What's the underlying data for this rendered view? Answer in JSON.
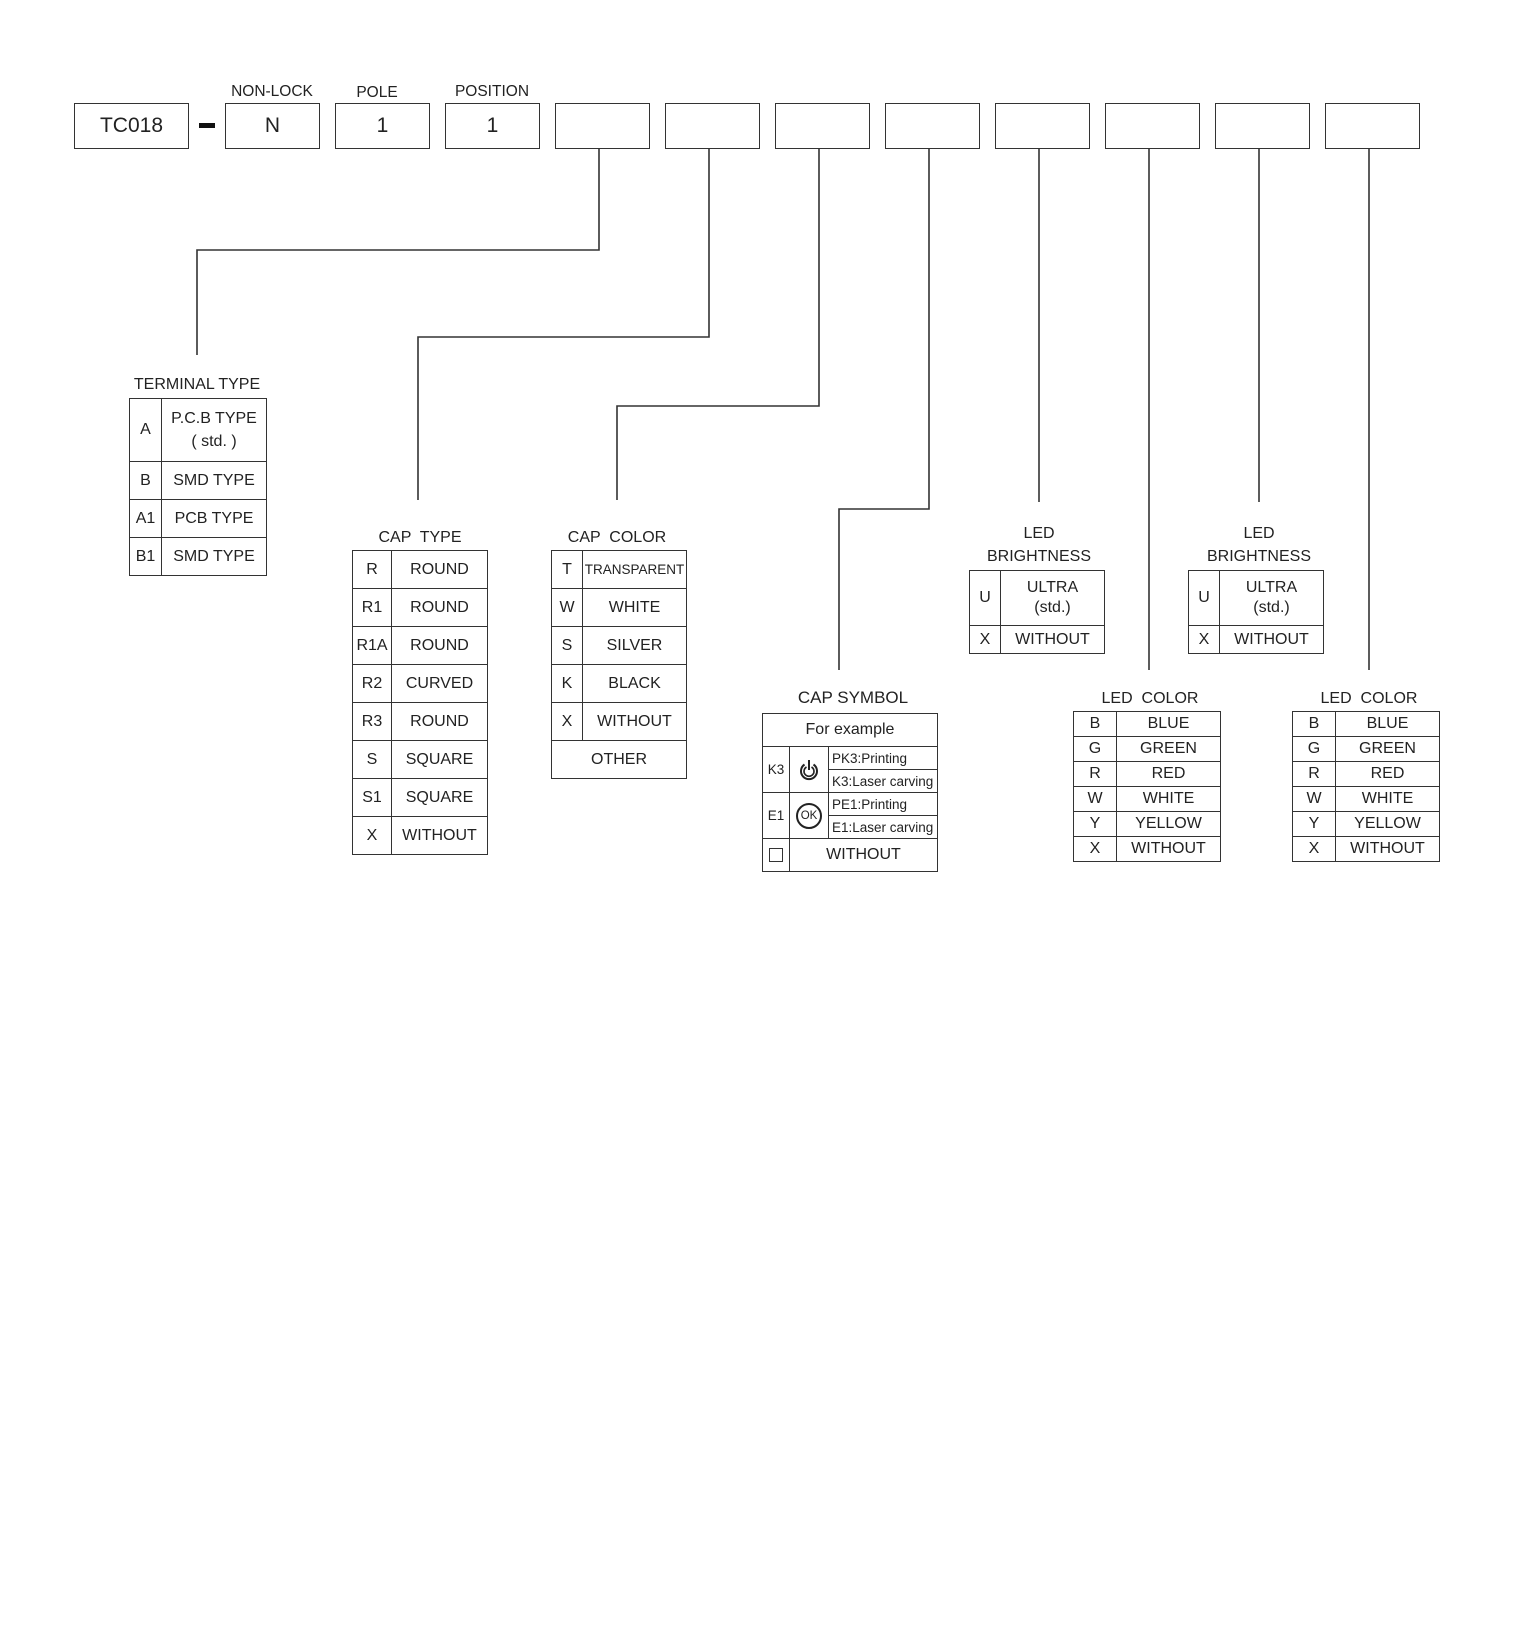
{
  "header": {
    "prefix": "TC018",
    "dash": "-",
    "fields": [
      {
        "label": "NON-LOCK",
        "value": "N"
      },
      {
        "label": "POLE",
        "value": "1"
      },
      {
        "label": "POSITION",
        "value": "1"
      }
    ]
  },
  "terminal_type": {
    "title": "TERMINAL TYPE",
    "rows": [
      {
        "code": "A",
        "desc": "P.C.B TYPE",
        "note": "( std. )"
      },
      {
        "code": "B",
        "desc": "SMD TYPE"
      },
      {
        "code": "A1",
        "desc": "PCB TYPE"
      },
      {
        "code": "B1",
        "desc": "SMD TYPE"
      }
    ]
  },
  "cap_type": {
    "title": "CAP  TYPE",
    "rows": [
      {
        "code": "R",
        "desc": "ROUND"
      },
      {
        "code": "R1",
        "desc": "ROUND"
      },
      {
        "code": "R1A",
        "desc": "ROUND"
      },
      {
        "code": "R2",
        "desc": "CURVED"
      },
      {
        "code": "R3",
        "desc": "ROUND"
      },
      {
        "code": "S",
        "desc": "SQUARE"
      },
      {
        "code": "S1",
        "desc": "SQUARE"
      },
      {
        "code": "X",
        "desc": "WITHOUT"
      }
    ]
  },
  "cap_color": {
    "title": "CAP  COLOR",
    "rows": [
      {
        "code": "T",
        "desc": "TRANSPARENT"
      },
      {
        "code": "W",
        "desc": "WHITE"
      },
      {
        "code": "S",
        "desc": "SILVER"
      },
      {
        "code": "K",
        "desc": "BLACK"
      },
      {
        "code": "X",
        "desc": "WITHOUT"
      }
    ],
    "other": "OTHER"
  },
  "cap_symbol": {
    "title": "CAP SYMBOL",
    "example": "For example",
    "rows": [
      {
        "code": "K3",
        "icon": "power-icon",
        "print": "PK3:Printing",
        "laser": "K3:Laser carving"
      },
      {
        "code": "E1",
        "icon": "ok-icon",
        "icon_text": "OK",
        "print": "PE1:Printing",
        "laser": "E1:Laser carving"
      }
    ],
    "without": "WITHOUT"
  },
  "led_brightness_1": {
    "title_line1": "LED",
    "title_line2": "BRIGHTNESS",
    "rows": [
      {
        "code": "U",
        "desc": "ULTRA",
        "note": "(std.)"
      },
      {
        "code": "X",
        "desc": "WITHOUT"
      }
    ]
  },
  "led_brightness_2": {
    "title_line1": "LED",
    "title_line2": "BRIGHTNESS",
    "rows": [
      {
        "code": "U",
        "desc": "ULTRA",
        "note": "(std.)"
      },
      {
        "code": "X",
        "desc": "WITHOUT"
      }
    ]
  },
  "led_color_1": {
    "title": "LED  COLOR",
    "rows": [
      {
        "code": "B",
        "desc": "BLUE"
      },
      {
        "code": "G",
        "desc": "GREEN"
      },
      {
        "code": "R",
        "desc": "RED"
      },
      {
        "code": "W",
        "desc": "WHITE"
      },
      {
        "code": "Y",
        "desc": "YELLOW"
      },
      {
        "code": "X",
        "desc": "WITHOUT"
      }
    ]
  },
  "led_color_2": {
    "title": "LED  COLOR",
    "rows": [
      {
        "code": "B",
        "desc": "BLUE"
      },
      {
        "code": "G",
        "desc": "GREEN"
      },
      {
        "code": "R",
        "desc": "RED"
      },
      {
        "code": "W",
        "desc": "WHITE"
      },
      {
        "code": "Y",
        "desc": "YELLOW"
      },
      {
        "code": "X",
        "desc": "WITHOUT"
      }
    ]
  }
}
